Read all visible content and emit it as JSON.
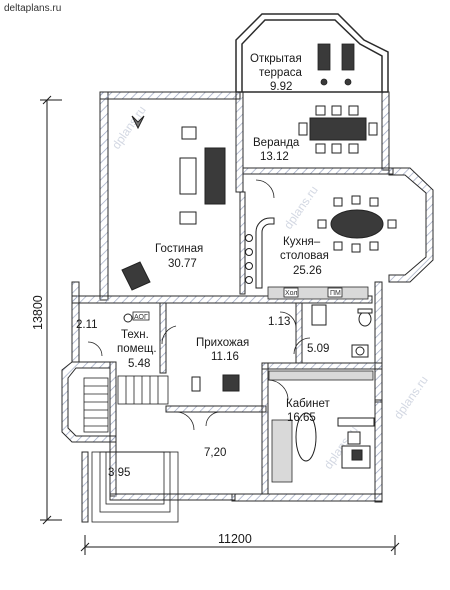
{
  "site": {
    "label": "deltaplans.ru",
    "watermark": "dplans.ru"
  },
  "dimensions": {
    "width_label": "11200",
    "depth_label": "13800"
  },
  "rooms": {
    "terrace": {
      "name_line1": "Открытая",
      "name_line2": "терраса",
      "area": "9.92"
    },
    "veranda": {
      "name": "Веранда",
      "area": "13.12"
    },
    "living": {
      "name": "Гостиная",
      "area": "30.77"
    },
    "kitchen": {
      "name_line1": "Кухня–",
      "name_line2": "столовая",
      "area": "25.26"
    },
    "small_211": {
      "area": "2.11"
    },
    "tech": {
      "name_line1": "Техн.",
      "name_line2": "помещ.",
      "area": "5.48"
    },
    "hall": {
      "name": "Прихожая",
      "area": "11.16"
    },
    "wc": {
      "area": "1.13"
    },
    "bath": {
      "area": "5.09"
    },
    "study": {
      "name": "Кабинет",
      "area": "16.65"
    },
    "stair_hall": {
      "area": "7,20"
    },
    "porch": {
      "area": "3,95"
    }
  },
  "fixtures": {
    "boiler_label": "АОГ",
    "fridge_label": "Хол",
    "stove_label": "ПМ"
  },
  "colors": {
    "wall": "#2b2b2b",
    "hatch": "#9aa4bf",
    "furniture": "#3a3a3a",
    "grey_fill": "#d9d9d9"
  }
}
